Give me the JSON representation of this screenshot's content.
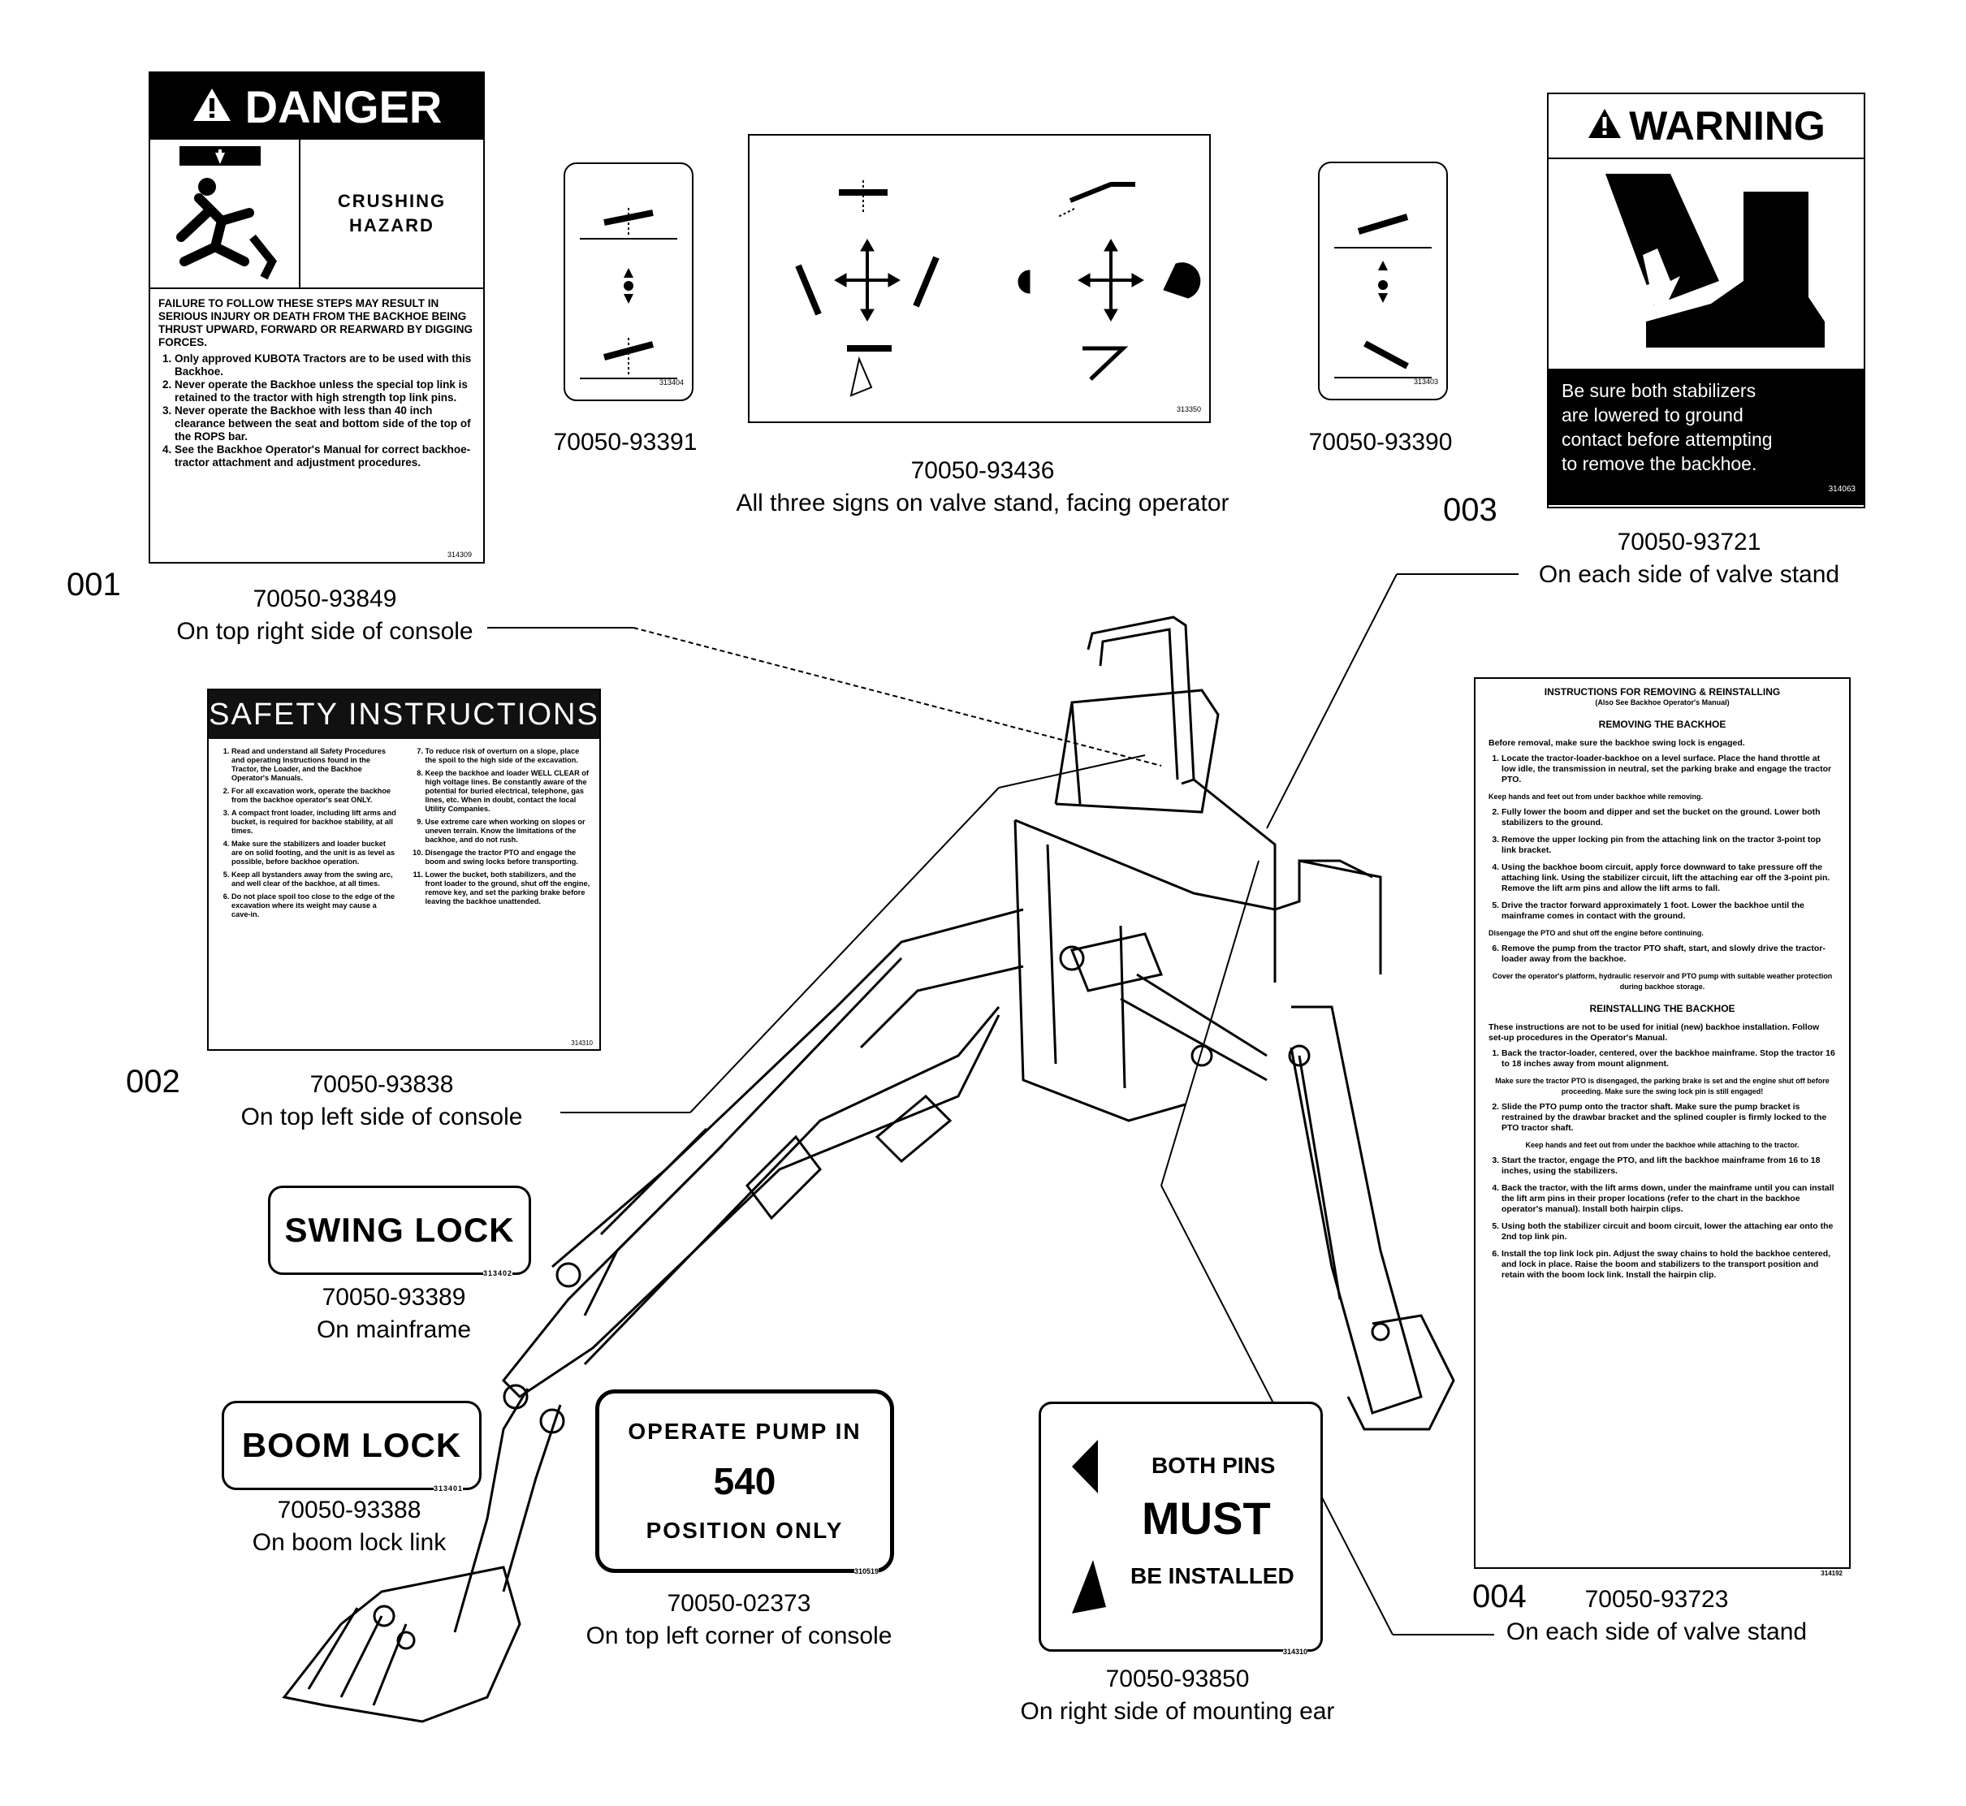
{
  "danger": {
    "header": "DANGER",
    "hazard_line1": "CRUSHING",
    "hazard_line2": "HAZARD",
    "intro": "FAILURE TO FOLLOW THESE STEPS MAY RESULT IN SERIOUS INJURY OR DEATH FROM THE BACKHOE BEING THRUST UPWARD, FORWARD OR REARWARD BY DIGGING FORCES.",
    "items": [
      "Only approved KUBOTA Tractors are to be used with this Backhoe.",
      "Never operate the Backhoe unless the special top link is retained to the tractor with high strength top link pins.",
      "Never operate the Backhoe with less than 40 inch clearance between the seat and bottom side of the top of the ROPS bar.",
      "See the Backhoe Operator's Manual for correct backhoe-tractor attachment and adjustment procedures."
    ],
    "code": "314309",
    "index": "001",
    "part": "70050-93849",
    "location": "On top right side of console"
  },
  "valve_signs": {
    "left_part": "70050-93391",
    "center_part": "70050-93436",
    "center_location": "All three signs on valve stand, facing operator",
    "right_part": "70050-93390",
    "left_code": "313404",
    "center_code": "313350",
    "right_code": "313403"
  },
  "warning": {
    "header": "WARNING",
    "text_line1": "Be sure both stabilizers",
    "text_line2": "are lowered to ground",
    "text_line3": "contact before attempting",
    "text_line4": "to remove  the backhoe.",
    "code": "314063",
    "index": "003",
    "part": "70050-93721",
    "location": "On each side of valve stand"
  },
  "safety": {
    "header": "SAFETY INSTRUCTIONS",
    "left_items": [
      "Read and understand all Safety Procedures and operating Instructions found in the Tractor, the Loader, and the Backhoe Operator's Manuals.",
      "For all excavation work, operate the backhoe from the backhoe operator's seat ONLY.",
      "A compact front loader, including lift arms and bucket, is required for backhoe stability, at all times.",
      "Make sure the stabilizers and loader bucket are on solid footing, and the unit is as level as possible, before backhoe operation.",
      "Keep all bystanders away from the swing arc, and well clear of the backhoe, at all times.",
      "Do not place spoil too close to the edge of the excavation where its weight may cause a cave-in."
    ],
    "right_items": [
      "To reduce risk of overturn on a slope, place the spoil to the high side of the excavation.",
      "Keep the backhoe and loader WELL CLEAR of high voltage lines. Be constantly aware of the potential for buried electrical, telephone, gas lines, etc. When in doubt, contact the local Utility Companies.",
      "Use extreme care when working on slopes or uneven terrain. Know the limitations of the backhoe, and do not rush.",
      "Disengage the tractor PTO and engage the boom and swing locks before transporting.",
      "Lower the bucket, both stabilizers, and the front loader to the ground, shut off the engine, remove key, and set the parking brake before leaving the backhoe unattended."
    ],
    "code": "314310",
    "index": "002",
    "part": "70050-93838",
    "location": "On top left side of console"
  },
  "instructions": {
    "title": "INSTRUCTIONS FOR REMOVING & REINSTALLING",
    "subtitle": "(Also See Backhoe Operator's Manual)",
    "removing_title": "REMOVING THE BACKHOE",
    "removing_intro": "Before removal, make sure the backhoe swing lock is engaged.",
    "removing_steps": [
      "Locate the tractor-loader-backhoe on a level surface. Place the hand throttle at low idle, the transmission in neutral, set the parking brake and engage the tractor PTO.",
      "Fully lower the boom and dipper and set the bucket on the ground. Lower both stabilizers to the ground.",
      "Remove the upper locking pin from the attaching link on the tractor 3-point top link bracket.",
      "Using the backhoe boom circuit, apply force downward to take pressure off the attaching link. Using the stabilizer circuit, lift the attaching ear off the 3-point pin. Remove the lift arm pins and allow the lift arms to fall.",
      "Drive the tractor forward approximately 1 foot. Lower the backhoe until the mainframe comes in contact with the ground.",
      "Remove the pump from the tractor PTO shaft, start, and slowly drive the tractor-loader away from the backhoe."
    ],
    "removing_note1": "Keep hands and feet out from under backhoe while removing.",
    "removing_note2": "Disengage the PTO and shut off the engine before continuing.",
    "removing_note3": "Cover the operator's platform, hydraulic reservoir and PTO pump with suitable weather protection during backhoe storage.",
    "reinstall_title": "REINSTALLING THE BACKHOE",
    "reinstall_intro": "These instructions are not to be used for initial (new) backhoe installation. Follow set-up procedures in the Operator's Manual.",
    "reinstall_steps": [
      "Back the tractor-loader, centered, over the backhoe mainframe. Stop the tractor 16 to 18 inches away from mount alignment.",
      "Slide the PTO pump onto the tractor shaft. Make sure the pump bracket is restrained by the drawbar bracket and the splined coupler is firmly locked to the PTO tractor shaft.",
      "Start the tractor, engage the PTO, and lift the backhoe mainframe from 16 to 18 inches, using the stabilizers.",
      "Back the tractor, with the lift arms down, under the mainframe until you can install the lift arm pins in their proper locations (refer to the chart in the backhoe operator's manual). Install both hairpin clips.",
      "Using both the stabilizer circuit and boom circuit, lower the attaching ear onto the 2nd top link pin.",
      "Install the top link lock pin. Adjust the sway chains to hold the backhoe centered, and lock in place. Raise the boom and stabilizers to the transport position and retain with the boom lock link. Install the hairpin clip."
    ],
    "reinstall_note1": "Make sure the tractor PTO is disengaged, the parking brake is set and the engine shut off before proceeding. Make sure the swing lock pin is still engaged!",
    "reinstall_note2": "Keep hands and feet out from under the backhoe while attaching to the tractor.",
    "code": "314192",
    "index": "004",
    "part": "70050-93723",
    "location": "On each side of valve stand"
  },
  "swing_lock": {
    "label": "SWING LOCK",
    "code": "313402",
    "part": "70050-93389",
    "location": "On mainframe"
  },
  "boom_lock": {
    "label": "BOOM LOCK",
    "code": "313401",
    "part": "70050-93388",
    "location": "On boom lock link"
  },
  "pump": {
    "line1": "OPERATE  PUMP  IN",
    "line2": "540",
    "line3": "POSITION  ONLY",
    "code": "310519",
    "part": "70050-02373",
    "location": "On top left corner of console"
  },
  "pins": {
    "line1": "BOTH PINS",
    "line2": "MUST",
    "line3": "BE INSTALLED",
    "code": "314310",
    "part": "70050-93850",
    "location": "On right side of mounting ear"
  }
}
